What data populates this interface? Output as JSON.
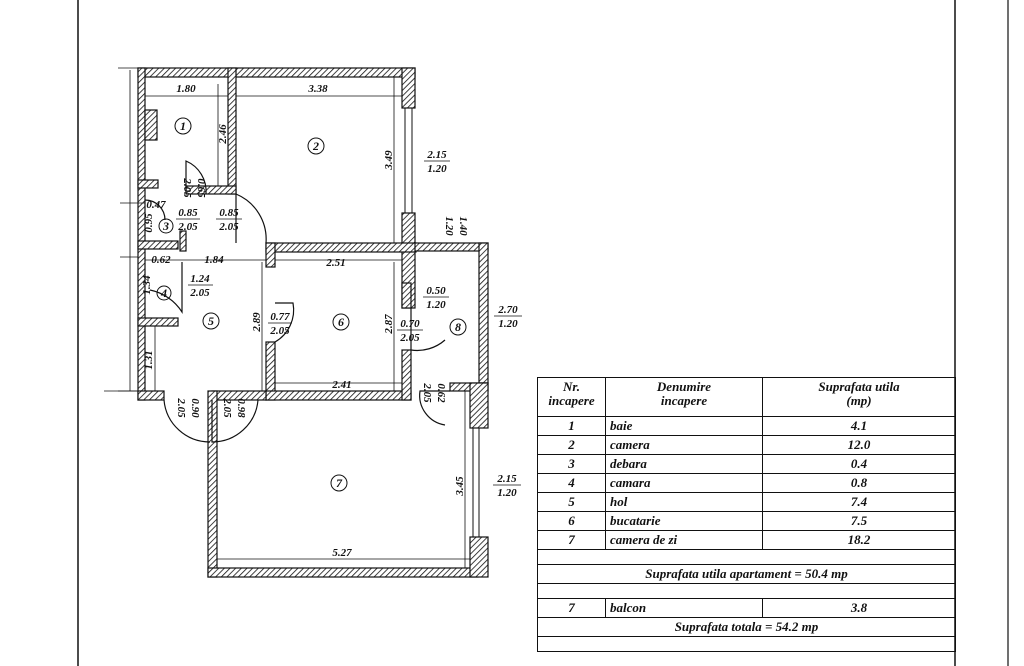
{
  "rooms": [
    {
      "nr": "1",
      "name": "baie",
      "area": "4.1"
    },
    {
      "nr": "2",
      "name": "camera",
      "area": "12.0"
    },
    {
      "nr": "3",
      "name": "debara",
      "area": "0.4"
    },
    {
      "nr": "4",
      "name": "camara",
      "area": "0.8"
    },
    {
      "nr": "5",
      "name": "hol",
      "area": "7.4"
    },
    {
      "nr": "6",
      "name": "bucatarie",
      "area": "7.5"
    },
    {
      "nr": "7",
      "name": "camera de zi",
      "area": "18.2"
    }
  ],
  "table": {
    "headers": {
      "nr": [
        "Nr.",
        "incapere"
      ],
      "name": [
        "Denumire",
        "incapere"
      ],
      "area": [
        "Suprafata utila",
        "(mp)"
      ]
    },
    "usable_total": "Suprafata utila  apartament = 50.4 mp",
    "balcony": {
      "nr": "7",
      "name": "balcon",
      "area": "3.8"
    },
    "grand_total": "Suprafata totala = 54.2 mp"
  },
  "plan": {
    "room_numbers": [
      "1",
      "2",
      "3",
      "4",
      "5",
      "6",
      "7",
      "8"
    ],
    "dimensions": {
      "d1_width": "1.80",
      "d1_height": "2.46",
      "d2_width": "3.38",
      "d2_height": "3.49",
      "win2": [
        "2.15",
        "1.20"
      ],
      "win_small": [
        "1.40",
        "1.20"
      ],
      "d3_a": "0.47",
      "d3_b": "0.95",
      "d3_door_a": [
        "0.85",
        "2.05"
      ],
      "d1_door": [
        "0.65",
        "2.05"
      ],
      "door_main": [
        "0.85",
        "2.05"
      ],
      "d4_width": "0.62",
      "d4_height": "1.34",
      "door4": [
        "1.24",
        "2.05"
      ],
      "hall_width": "1.84",
      "hall_h1": "2.89",
      "hall_h2": "1.31",
      "door6": [
        "0.77",
        "2.05"
      ],
      "kit_top": "2.51",
      "kit_bottom": "2.41",
      "kit_height": "2.87",
      "door8": [
        "0.70",
        "2.05"
      ],
      "win8": [
        "0.50",
        "1.20"
      ],
      "win8_side": [
        "2.70",
        "1.20"
      ],
      "door_entry": [
        "0.90",
        "2.05"
      ],
      "door_entry2": [
        "0.98",
        "2.05"
      ],
      "door7": [
        "0.62",
        "2.05"
      ],
      "d7_height": "3.45",
      "d7_width": "5.27",
      "win7": [
        "2.15",
        "1.20"
      ]
    }
  }
}
